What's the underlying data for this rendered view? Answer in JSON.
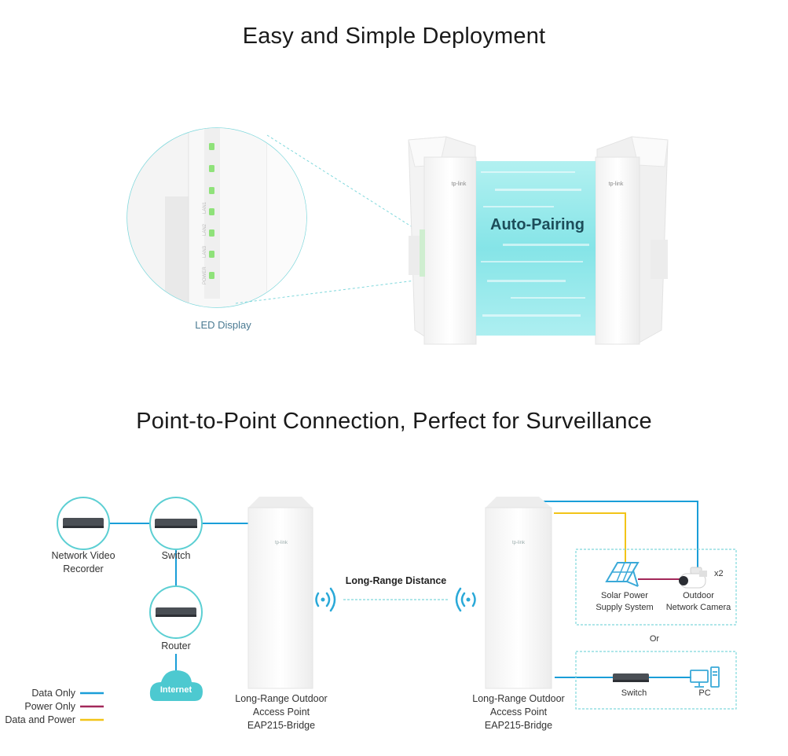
{
  "titles": {
    "deployment": "Easy and Simple Deployment",
    "surveillance": "Point-to-Point Connection, Perfect for Surveillance"
  },
  "top": {
    "led_display_label": "LED Display",
    "auto_pairing_label": "Auto-Pairing",
    "brand_logo": "tp-link",
    "led_labels": [
      "LAN1",
      "LAN2",
      "LAN3",
      "POWER"
    ]
  },
  "diagram": {
    "nvr": {
      "line1": "Network Video",
      "line2": "Recorder"
    },
    "switch_left": "Switch",
    "router": "Router",
    "internet": "Internet",
    "long_range_distance": "Long-Range Distance",
    "ap_left": {
      "line1": "Long-Range Outdoor",
      "line2": "Access Point",
      "line3": "EAP215-Bridge"
    },
    "ap_right": {
      "line1": "Long-Range Outdoor",
      "line2": "Access Point",
      "line3": "EAP215-Bridge"
    },
    "solar": {
      "line1": "Solar Power",
      "line2": "Supply System"
    },
    "camera": {
      "line1": "Outdoor",
      "line2": "Network Camera",
      "count": "x2"
    },
    "or": "Or",
    "switch_right": "Switch",
    "pc": "PC"
  },
  "legend": [
    {
      "label": "Data Only",
      "color": "#1a9ed8"
    },
    {
      "label": "Power Only",
      "color": "#a3285a"
    },
    {
      "label": "Data and Power",
      "color": "#f2c418"
    }
  ],
  "colors": {
    "data": "#1a9ed8",
    "power": "#a3285a",
    "data_power": "#f2c418",
    "teal": "#5ccfd3",
    "internet_cloud": "#4dc9d0"
  }
}
